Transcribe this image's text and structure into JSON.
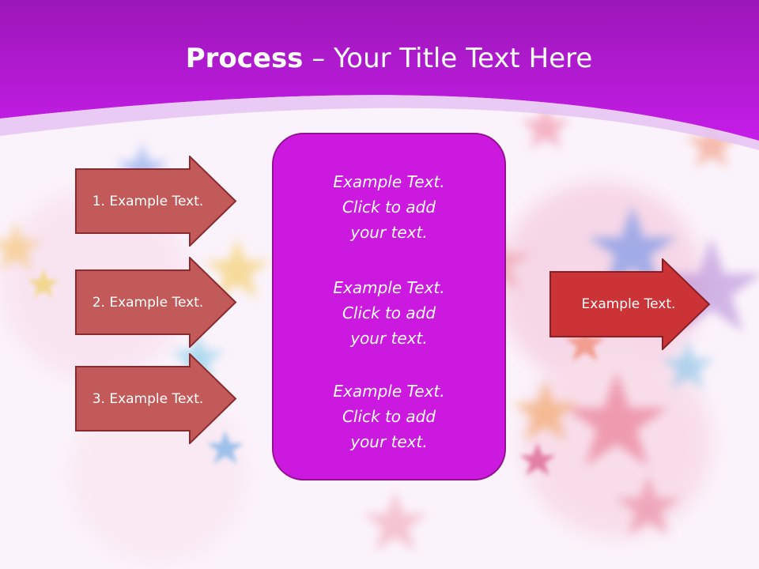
{
  "title": {
    "bold": "Process",
    "rest": " – Your Title Text Here"
  },
  "left_arrows": [
    {
      "label": "1. Example Text."
    },
    {
      "label": "2. Example Text."
    },
    {
      "label": "3. Example Text."
    }
  ],
  "center_box": {
    "paragraphs": [
      {
        "lines": [
          "Example Text.",
          "Click  to add",
          "your text."
        ]
      },
      {
        "lines": [
          "Example Text.",
          "Click  to add",
          "your text."
        ]
      },
      {
        "lines": [
          "Example Text.",
          "Click  to add",
          "your text."
        ]
      }
    ]
  },
  "right_arrow": {
    "label": "Example Text."
  },
  "colors": {
    "header": "#c21ee6",
    "left_arrow_fill": "#c25a5a",
    "right_arrow_fill": "#cc3336",
    "center_box_fill": "#cc19e0"
  }
}
